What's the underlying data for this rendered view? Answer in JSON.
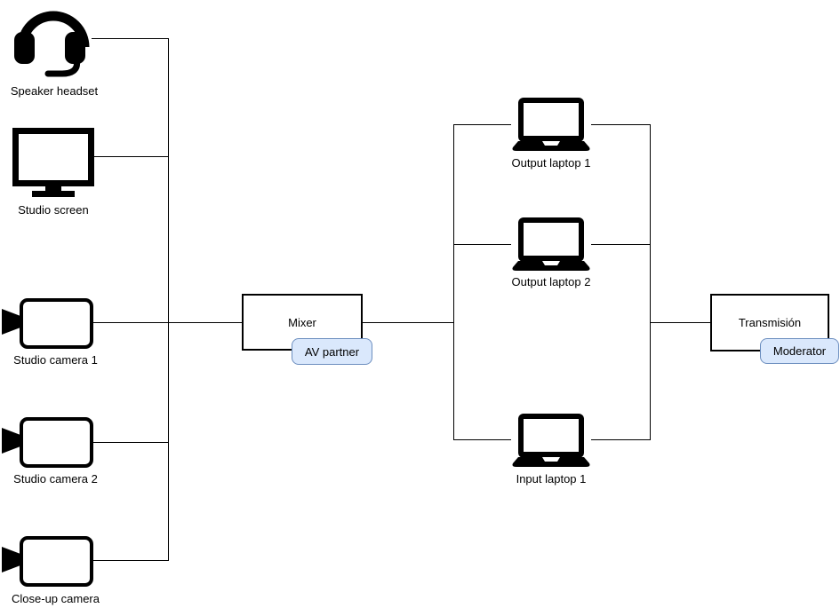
{
  "diagram": {
    "left_devices": [
      {
        "label": "Speaker headset",
        "icon": "headset-icon"
      },
      {
        "label": "Studio screen",
        "icon": "monitor-icon"
      },
      {
        "label": "Studio camera 1",
        "icon": "video-camera-icon"
      },
      {
        "label": "Studio camera 2",
        "icon": "video-camera-icon"
      },
      {
        "label": "Close-up camera",
        "icon": "video-camera-icon"
      }
    ],
    "mixer": {
      "label": "Mixer",
      "badge_label": "AV partner"
    },
    "laptop_group": [
      {
        "label": "Output laptop 1",
        "icon": "laptop-icon"
      },
      {
        "label": "Output laptop 2",
        "icon": "laptop-icon"
      },
      {
        "label": "Input laptop 1",
        "icon": "laptop-icon"
      }
    ],
    "transmission": {
      "label": "Transmisión",
      "badge_label": "Moderator"
    },
    "colors": {
      "badge_fill": "#dae8fc",
      "badge_border": "#6c8ebf",
      "line": "#000000",
      "box_border": "#000000",
      "box_fill": "#ffffff",
      "icon": "#000000"
    }
  }
}
